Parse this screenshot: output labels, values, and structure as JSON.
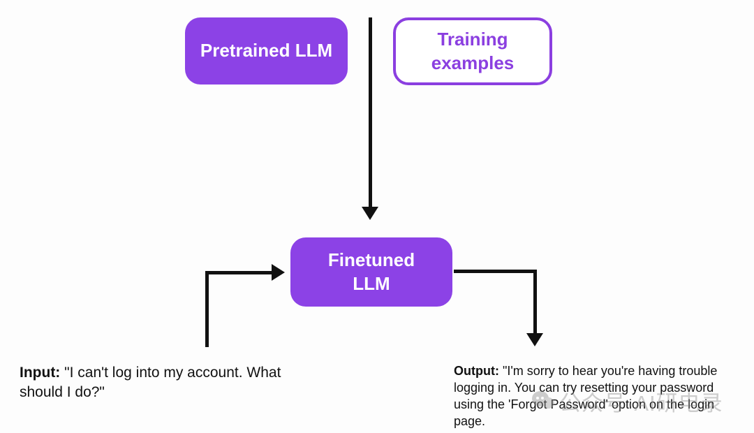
{
  "diagram": {
    "pretrained_box": {
      "label": "Pretrained LLM"
    },
    "training_box": {
      "line1": "Training",
      "line2": "examples"
    },
    "finetuned_box": {
      "line1": "Finetuned",
      "line2": "LLM"
    }
  },
  "annotations": {
    "input": {
      "prefix": "Input:",
      "text": " \"I can't log into my account. What should I do?\""
    },
    "output": {
      "prefix": "Output:",
      "text": " \"I'm sorry to hear you're having trouble logging in. You can try resetting your password using the 'Forgot Password' option on the login page."
    }
  },
  "watermark": {
    "text": "公众号·AI研电录"
  },
  "colors": {
    "node_purple": "#8c42e6",
    "outline_purple": "#8b3fe0",
    "arrow_black": "#111111",
    "background": "#fdfdfd",
    "watermark_gray": "#8a8a8a"
  }
}
